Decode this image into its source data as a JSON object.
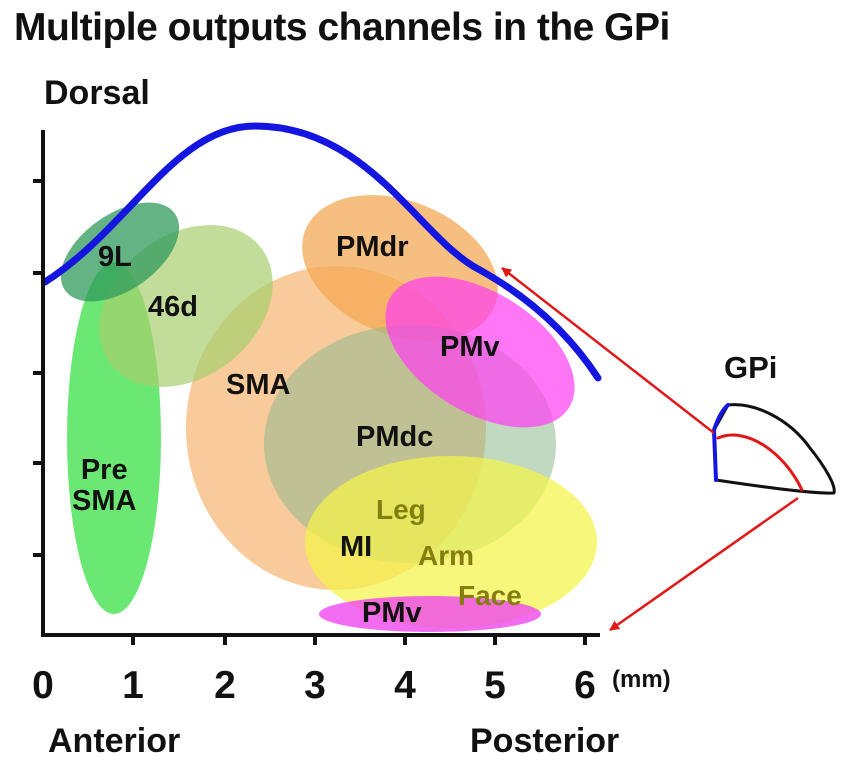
{
  "title": "Multiple outputs channels in the GPi",
  "axis": {
    "dorsal": "Dorsal",
    "anterior": "Anterior",
    "posterior": "Posterior",
    "unit": "(mm)",
    "ticks": [
      "0",
      "1",
      "2",
      "3",
      "4",
      "5",
      "6"
    ]
  },
  "regions": {
    "area_9l": "9L",
    "area_46d": "46d",
    "pre_sma": "Pre\nSMA",
    "sma": "SMA",
    "pmdr": "PMdr",
    "pmv_upper": "PMv",
    "pmdc": "PMdc",
    "mi": "MI",
    "pmv_lower": "PMv"
  },
  "mi_somatotopy": {
    "leg": "Leg",
    "arm": "Arm",
    "face": "Face"
  },
  "inset": {
    "label": "GPi"
  },
  "colors": {
    "boundary": "#1515e0",
    "arrow": "#e01818",
    "area_9l": "#2f9a5c",
    "area_46d": "#a6cf6e",
    "pre_sma": "#39e046",
    "sma": "#f6b26b",
    "pmdr": "#f3a64f",
    "pmv_upper": "#ff3cf2",
    "pmdc": "#8fb98e",
    "mi": "#f4f44a",
    "pmv_lower": "#ee47ee",
    "somatotopy_text": "#857d10"
  }
}
